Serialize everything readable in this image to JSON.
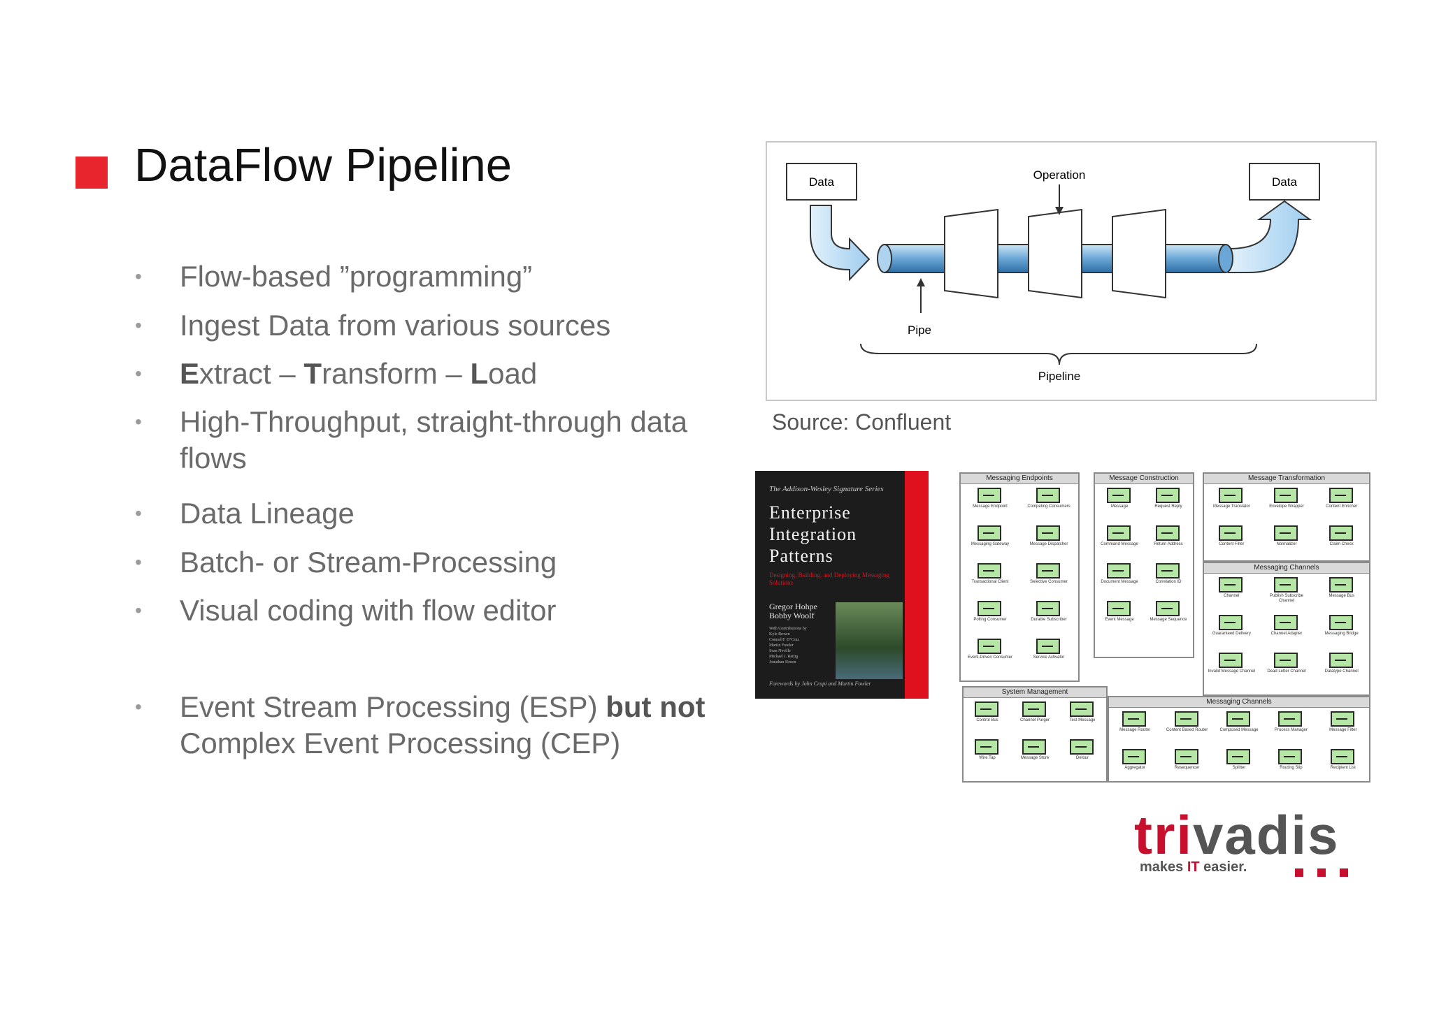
{
  "slide": {
    "title": "DataFlow Pipeline",
    "bullets": [
      {
        "text": "Flow-based ”programming”"
      },
      {
        "text": "Ingest Data from various sources"
      },
      {
        "parts": [
          {
            "t": "E",
            "b": true
          },
          {
            "t": "xtract – ",
            "b": false
          },
          {
            "t": "T",
            "b": true
          },
          {
            "t": "ransform – ",
            "b": false
          },
          {
            "t": "L",
            "b": true
          },
          {
            "t": "oad",
            "b": false
          }
        ]
      },
      {
        "text": "High-Throughput, straight-through data flows"
      },
      {
        "text": "Data Lineage"
      },
      {
        "text": "Batch- or Stream-Processing"
      },
      {
        "text": "Visual coding with flow editor"
      },
      {
        "parts": [
          {
            "t": "Event Stream Processing (ESP) ",
            "b": false
          },
          {
            "t": "but not",
            "b": true
          },
          {
            "t": " Complex Event Processing (CEP)",
            "b": false
          }
        ]
      }
    ],
    "bullet_glyph": "•"
  },
  "pipeline_diagram": {
    "left_label": "Data",
    "right_label": "Data",
    "operation_label": "Operation",
    "pipe_label": "Pipe",
    "pipeline_label": "Pipeline",
    "source": "Source: Confluent"
  },
  "book": {
    "series": "The Addison-Wesley Signature Series",
    "title_lines": [
      "Enterprise",
      "Integration",
      "Patterns"
    ],
    "subtitle": "Designing, Building, and Deploying Messaging Solutions",
    "authors": [
      "Gregor Hohpe",
      "Bobby Woolf"
    ],
    "contributors": [
      "With Contributions by",
      "Kyle Brown",
      "Conrad F. D’Cruz",
      "Martin Fowler",
      "Sean Neville",
      "Michael J. Rettig",
      "Jonathan Simon"
    ],
    "foreword": "Forewords by John Crupi and Martin Fowler"
  },
  "catalogue": {
    "panels": [
      {
        "title": "Messaging Endpoints",
        "items": [
          "Message Endpoint",
          "Competing Consumers",
          "Messaging Gateway",
          "Message Dispatcher",
          "Transactional Client",
          "Selective Consumer",
          "Polling Consumer",
          "Durable Subscriber",
          "Event-Driven Consumer",
          "Service Activator"
        ]
      },
      {
        "title": "Message Construction",
        "items": [
          "Message",
          "Request Reply",
          "Command Message",
          "Return Address",
          "Document Message",
          "Correlation ID",
          "Event Message",
          "Message Sequence"
        ]
      },
      {
        "title": "Message Transformation",
        "items": [
          "Message Translator",
          "Envelope Wrapper",
          "Content Enricher",
          "Content Filter",
          "Normalizer",
          "Claim Check"
        ]
      },
      {
        "title": "Messaging Channels",
        "items": [
          "Channel",
          "Publish Subscribe Channel",
          "Message Bus",
          "Guaranteed Delivery",
          "Channel Adapter",
          "Messaging Bridge",
          "Invalid Message Channel",
          "Dead Letter Channel",
          "Datatype Channel"
        ]
      },
      {
        "title": "System Management",
        "items": [
          "Control Bus",
          "Channel Purger",
          "Test Message",
          "Wire Tap",
          "Message Store",
          "Detour"
        ]
      },
      {
        "title": "Messaging Channels",
        "items": [
          "Message Router",
          "Content Based Router",
          "Composed Message",
          "Process Manager",
          "Message Filter",
          "Aggregator",
          "Resequencer",
          "Splitter",
          "Routing Slip",
          "Recipient List"
        ]
      }
    ]
  },
  "logo": {
    "word_red": "tri",
    "word_gray": "vadis",
    "tagline_pre": "makes ",
    "tagline_it": "IT",
    "tagline_post": " easier."
  },
  "colors": {
    "accent": "#e8242c",
    "logo_red": "#c8102e",
    "pattern_green": "#b6e6a6"
  }
}
